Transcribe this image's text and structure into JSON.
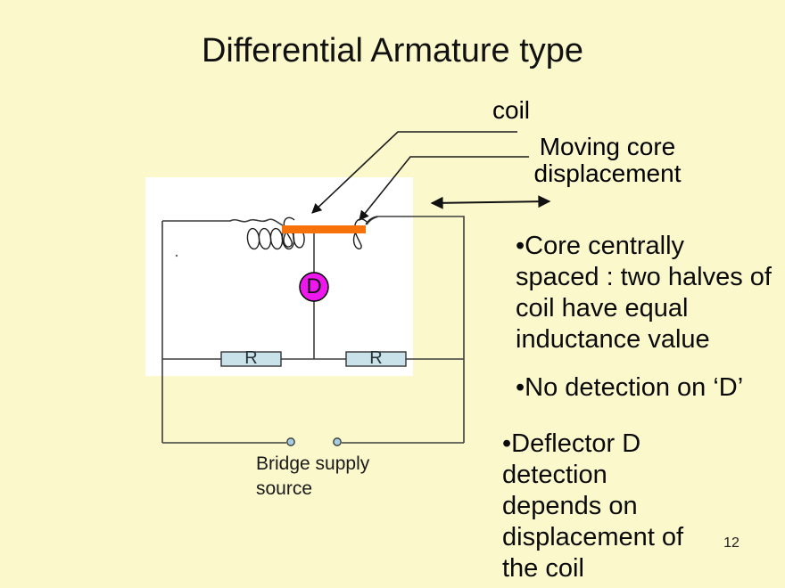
{
  "slide": {
    "title": "Differential Armature type",
    "page_number": "12",
    "background_color": "#FBF8CC"
  },
  "labels": {
    "coil": "coil",
    "moving_core": "Moving core\ndisplacement",
    "bridge_supply": "Bridge supply\nsource"
  },
  "diagram": {
    "detector": "D",
    "resistor_left": "R",
    "resistor_right": "R",
    "colors": {
      "core_bar": "#F8720C",
      "detector_fill": "#EE18EE",
      "resistor_fill": "#C9E2EA",
      "terminal_fill": "#A8CCDF",
      "wire": "#3D3D3D"
    }
  },
  "bullets": [
    {
      "text": "•Core centrally\nspaced : two halves of\ncoil have equal\ninductance value"
    },
    {
      "text": "•No detection on ‘D’"
    },
    {
      "text": "•Deflector D\ndetection\ndepends on\ndisplacement of\nthe coil"
    }
  ]
}
